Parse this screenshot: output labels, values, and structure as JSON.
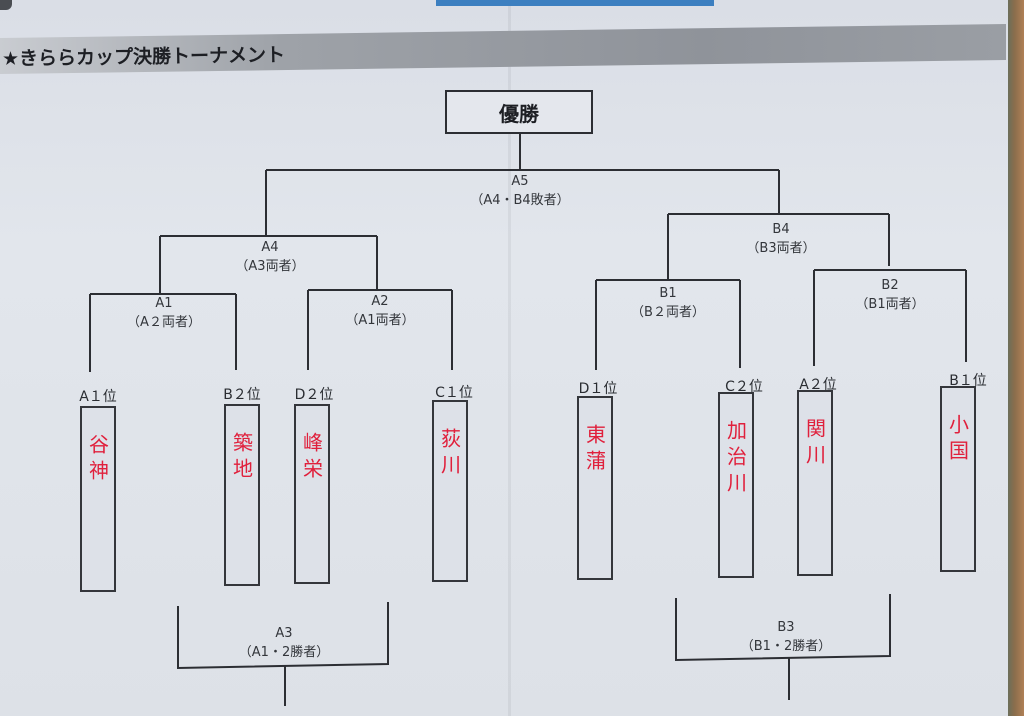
{
  "title": "★きららカップ決勝トーナメント",
  "winner": "優勝",
  "matches": {
    "A5": {
      "code": "A5",
      "desc": "（A4・B4敗者）"
    },
    "A4": {
      "code": "A4",
      "desc": "（A3両者）"
    },
    "A1": {
      "code": "A1",
      "desc": "（A２両者）"
    },
    "A2": {
      "code": "A2",
      "desc": "（A1両者）"
    },
    "B4": {
      "code": "B4",
      "desc": "（B3両者）"
    },
    "B1": {
      "code": "B1",
      "desc": "（B２両者）"
    },
    "B2": {
      "code": "B2",
      "desc": "（B1両者）"
    },
    "A3": {
      "code": "A3",
      "desc": "（A1・2勝者）"
    },
    "B3": {
      "code": "B3",
      "desc": "（B1・2勝者）"
    }
  },
  "teams": [
    {
      "rank": "A１位",
      "name": "谷神"
    },
    {
      "rank": "B２位",
      "name": "築地"
    },
    {
      "rank": "D２位",
      "name": "峰栄"
    },
    {
      "rank": "C１位",
      "name": "荻川"
    },
    {
      "rank": "D１位",
      "name": "東蒲"
    },
    {
      "rank": "C２位",
      "name": "加治川"
    },
    {
      "rank": "A２位",
      "name": "関川"
    },
    {
      "rank": "B１位",
      "name": "小国"
    }
  ],
  "colors": {
    "ink": "#2c2e33",
    "handwriting": "#e0203c",
    "title_bar": "#9a9ea4"
  }
}
